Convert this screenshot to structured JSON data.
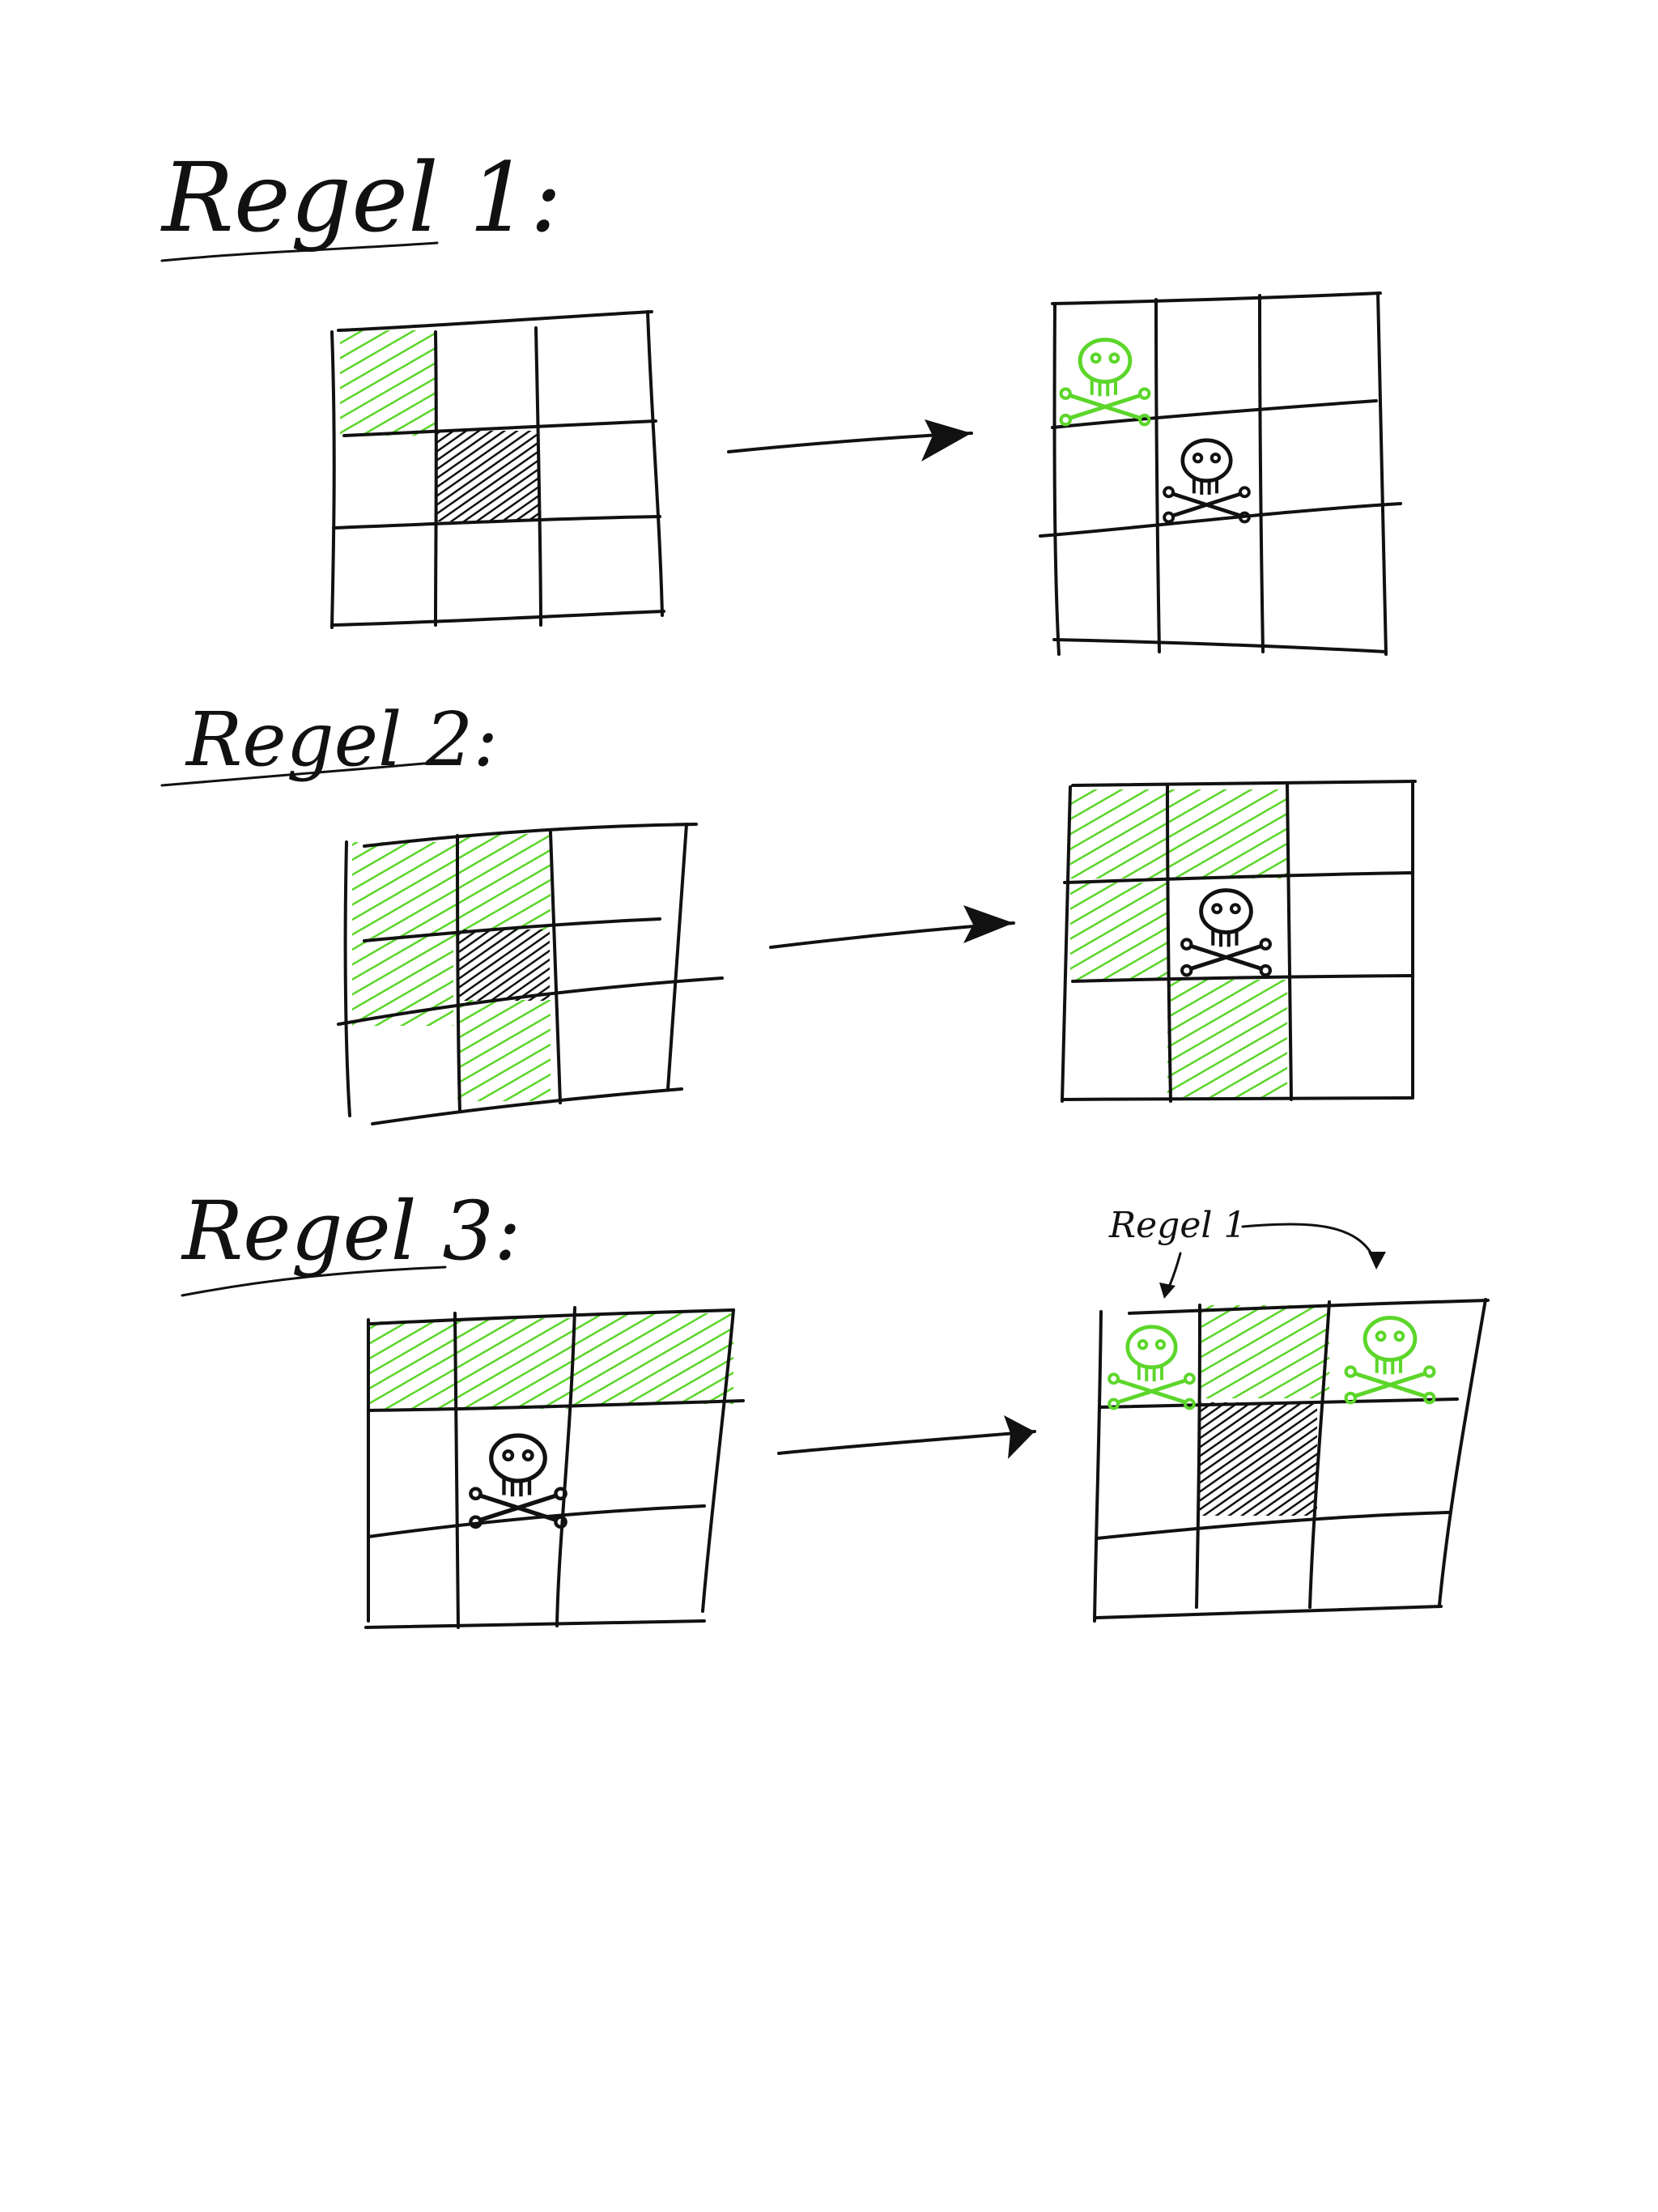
{
  "colors": {
    "ink": "#111111",
    "green": "#5cd62a",
    "paper": "#ffffff"
  },
  "rules": [
    {
      "title": "Regel 1:",
      "before": {
        "green_cells": [
          "0-0"
        ],
        "black_cells": [
          "1-1"
        ],
        "skulls": []
      },
      "after": {
        "green_cells": [],
        "black_cells": [],
        "skulls": [
          {
            "cell": "0-0",
            "color": "green"
          },
          {
            "cell": "1-1",
            "color": "black"
          }
        ]
      }
    },
    {
      "title": "Regel 2:",
      "before": {
        "green_cells": [
          "0-0",
          "0-1",
          "1-0",
          "2-1"
        ],
        "black_cells": [
          "1-1"
        ],
        "skulls": []
      },
      "after": {
        "green_cells": [
          "0-0",
          "0-1",
          "1-0",
          "2-1"
        ],
        "black_cells": [],
        "skulls": [
          {
            "cell": "1-1",
            "color": "black"
          }
        ]
      }
    },
    {
      "title": "Regel 3:",
      "before": {
        "green_cells": [
          "0-0",
          "0-1",
          "0-2"
        ],
        "black_cells": [],
        "skulls": [
          {
            "cell": "1-1",
            "color": "black"
          }
        ]
      },
      "after": {
        "green_cells": [
          "0-1"
        ],
        "black_cells": [
          "1-1"
        ],
        "skulls": [
          {
            "cell": "0-0",
            "color": "green"
          },
          {
            "cell": "0-2",
            "color": "green"
          }
        ]
      }
    }
  ],
  "annotation": {
    "label": "Regel 1"
  }
}
